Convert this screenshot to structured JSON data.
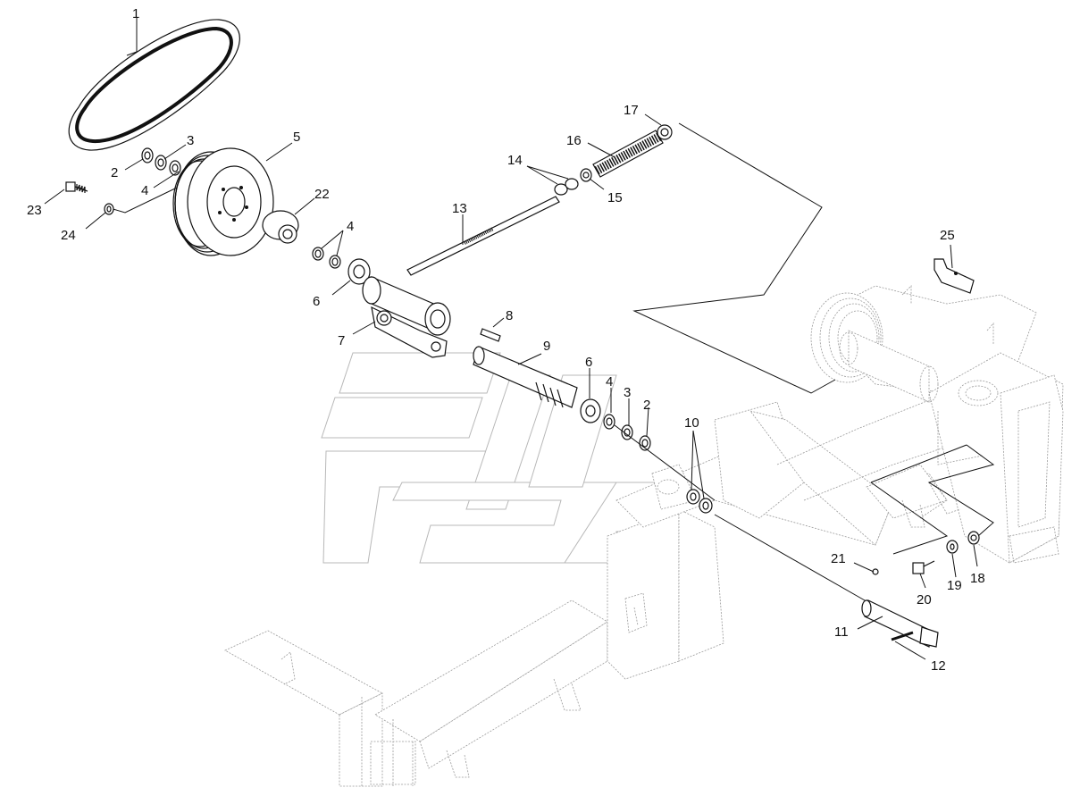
{
  "callouts": [
    {
      "id": "c1",
      "text": "1"
    },
    {
      "id": "c2a",
      "text": "2"
    },
    {
      "id": "c3a",
      "text": "3"
    },
    {
      "id": "c4a",
      "text": "4"
    },
    {
      "id": "c5",
      "text": "5"
    },
    {
      "id": "c22",
      "text": "22"
    },
    {
      "id": "c23",
      "text": "23"
    },
    {
      "id": "c24",
      "text": "24"
    },
    {
      "id": "c4b",
      "text": "4"
    },
    {
      "id": "c6a",
      "text": "6"
    },
    {
      "id": "c7",
      "text": "7"
    },
    {
      "id": "c8",
      "text": "8"
    },
    {
      "id": "c9",
      "text": "9"
    },
    {
      "id": "c13",
      "text": "13"
    },
    {
      "id": "c14",
      "text": "14"
    },
    {
      "id": "c15",
      "text": "15"
    },
    {
      "id": "c16",
      "text": "16"
    },
    {
      "id": "c17",
      "text": "17"
    },
    {
      "id": "c6b",
      "text": "6"
    },
    {
      "id": "c4c",
      "text": "4"
    },
    {
      "id": "c3b",
      "text": "3"
    },
    {
      "id": "c2b",
      "text": "2"
    },
    {
      "id": "c10",
      "text": "10"
    },
    {
      "id": "c25",
      "text": "25"
    },
    {
      "id": "c21",
      "text": "21"
    },
    {
      "id": "c20",
      "text": "20"
    },
    {
      "id": "c19",
      "text": "19"
    },
    {
      "id": "c18",
      "text": "18"
    },
    {
      "id": "c11",
      "text": "11"
    },
    {
      "id": "c12",
      "text": "12"
    }
  ]
}
